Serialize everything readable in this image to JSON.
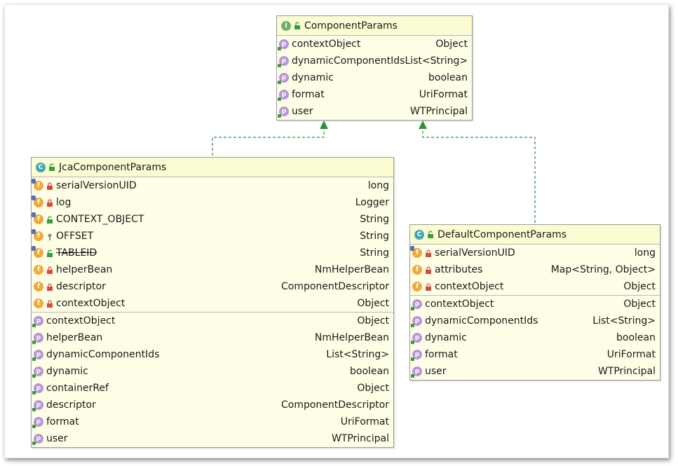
{
  "colors": {
    "box_bg": "#fefee6",
    "edge": "#2f8f2f",
    "field_icon": "#f1a93a",
    "property_icon": "#b995d6",
    "class_icon": "#43a7b5",
    "interface_icon": "#6bb36b"
  },
  "interface_box": {
    "kind_letter": "I",
    "title": "ComponentParams",
    "properties": [
      {
        "name": "contextObject",
        "type": "Object"
      },
      {
        "name": "dynamicComponentIds",
        "type": "List<String>"
      },
      {
        "name": "dynamic",
        "type": "boolean"
      },
      {
        "name": "format",
        "type": "UriFormat"
      },
      {
        "name": "user",
        "type": "WTPrincipal"
      }
    ]
  },
  "jca_box": {
    "kind_letter": "C",
    "title": "JcaComponentParams",
    "fields": [
      {
        "name": "serialVersionUID",
        "type": "long",
        "access": "private",
        "static": true
      },
      {
        "name": "log",
        "type": "Logger",
        "access": "private",
        "static": true
      },
      {
        "name": "CONTEXT_OBJECT",
        "type": "String",
        "access": "public",
        "static": true
      },
      {
        "name": "OFFSET",
        "type": "String",
        "access": "package",
        "static": true
      },
      {
        "name": "TABLEID",
        "type": "String",
        "access": "public",
        "static": true,
        "deprecated": true
      },
      {
        "name": "helperBean",
        "type": "NmHelperBean",
        "access": "private",
        "static": false
      },
      {
        "name": "descriptor",
        "type": "ComponentDescriptor",
        "access": "private",
        "static": false
      },
      {
        "name": "contextObject",
        "type": "Object",
        "access": "private",
        "static": false
      }
    ],
    "properties": [
      {
        "name": "contextObject",
        "type": "Object"
      },
      {
        "name": "helperBean",
        "type": "NmHelperBean"
      },
      {
        "name": "dynamicComponentIds",
        "type": "List<String>"
      },
      {
        "name": "dynamic",
        "type": "boolean"
      },
      {
        "name": "containerRef",
        "type": "Object"
      },
      {
        "name": "descriptor",
        "type": "ComponentDescriptor"
      },
      {
        "name": "format",
        "type": "UriFormat"
      },
      {
        "name": "user",
        "type": "WTPrincipal"
      }
    ]
  },
  "default_box": {
    "kind_letter": "C",
    "title": "DefaultComponentParams",
    "fields": [
      {
        "name": "serialVersionUID",
        "type": "long",
        "access": "private",
        "static": true
      },
      {
        "name": "attributes",
        "type": "Map<String, Object>",
        "access": "private",
        "static": false
      },
      {
        "name": "contextObject",
        "type": "Object",
        "access": "private",
        "static": false
      }
    ],
    "properties": [
      {
        "name": "contextObject",
        "type": "Object"
      },
      {
        "name": "dynamicComponentIds",
        "type": "List<String>"
      },
      {
        "name": "dynamic",
        "type": "boolean"
      },
      {
        "name": "format",
        "type": "UriFormat"
      },
      {
        "name": "user",
        "type": "WTPrincipal"
      }
    ]
  }
}
